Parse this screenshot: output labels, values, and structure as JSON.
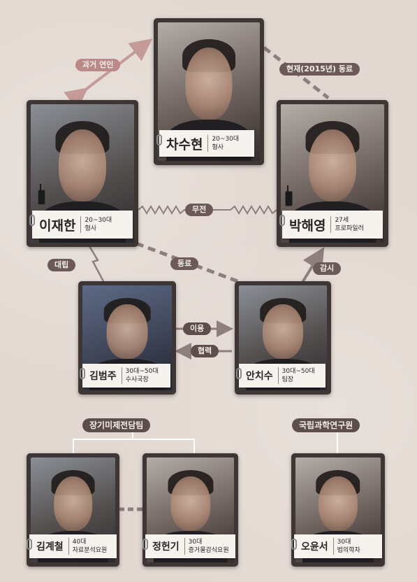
{
  "people": {
    "cha_suhyun": {
      "name": "차수현",
      "age": "20~30대",
      "role": "형사"
    },
    "lee_jaehan": {
      "name": "이재한",
      "age": "20~30대",
      "role": "형사"
    },
    "park_haeyoung": {
      "name": "박해영",
      "age": "27세",
      "role": "프로파일러"
    },
    "kim_bumju": {
      "name": "김범주",
      "age": "30대~50대",
      "role": "수사국장"
    },
    "ahn_chisu": {
      "name": "안치수",
      "age": "30대~50대",
      "role": "팀장"
    },
    "kim_gyechul": {
      "name": "김계철",
      "age": "40대",
      "role": "자료분석요원"
    },
    "jung_hungi": {
      "name": "정헌기",
      "age": "30대",
      "role": "증거물감식요원"
    },
    "oh_yunseo": {
      "name": "오윤서",
      "age": "30대",
      "role": "법의학자"
    }
  },
  "relations": {
    "past_lover": "과거 연인",
    "current_colleague": "현재(2015년) 동료",
    "none": "무전",
    "colleague": "동료",
    "opposition": "대립",
    "surveillance": "감시",
    "use": "이용",
    "cooperation": "협력"
  },
  "groups": {
    "longterm_team": "장기미제전담팀",
    "forensic_institute": "국립과학연구원"
  },
  "colors": {
    "background": "#e2d8d1",
    "card": "#3e3634",
    "pill": "#6b5a57",
    "pill_light": "#b98a87",
    "connector": "#8f7f7c"
  },
  "icons": [
    "walkie-talkie-icon",
    "paper-clip-icon"
  ]
}
